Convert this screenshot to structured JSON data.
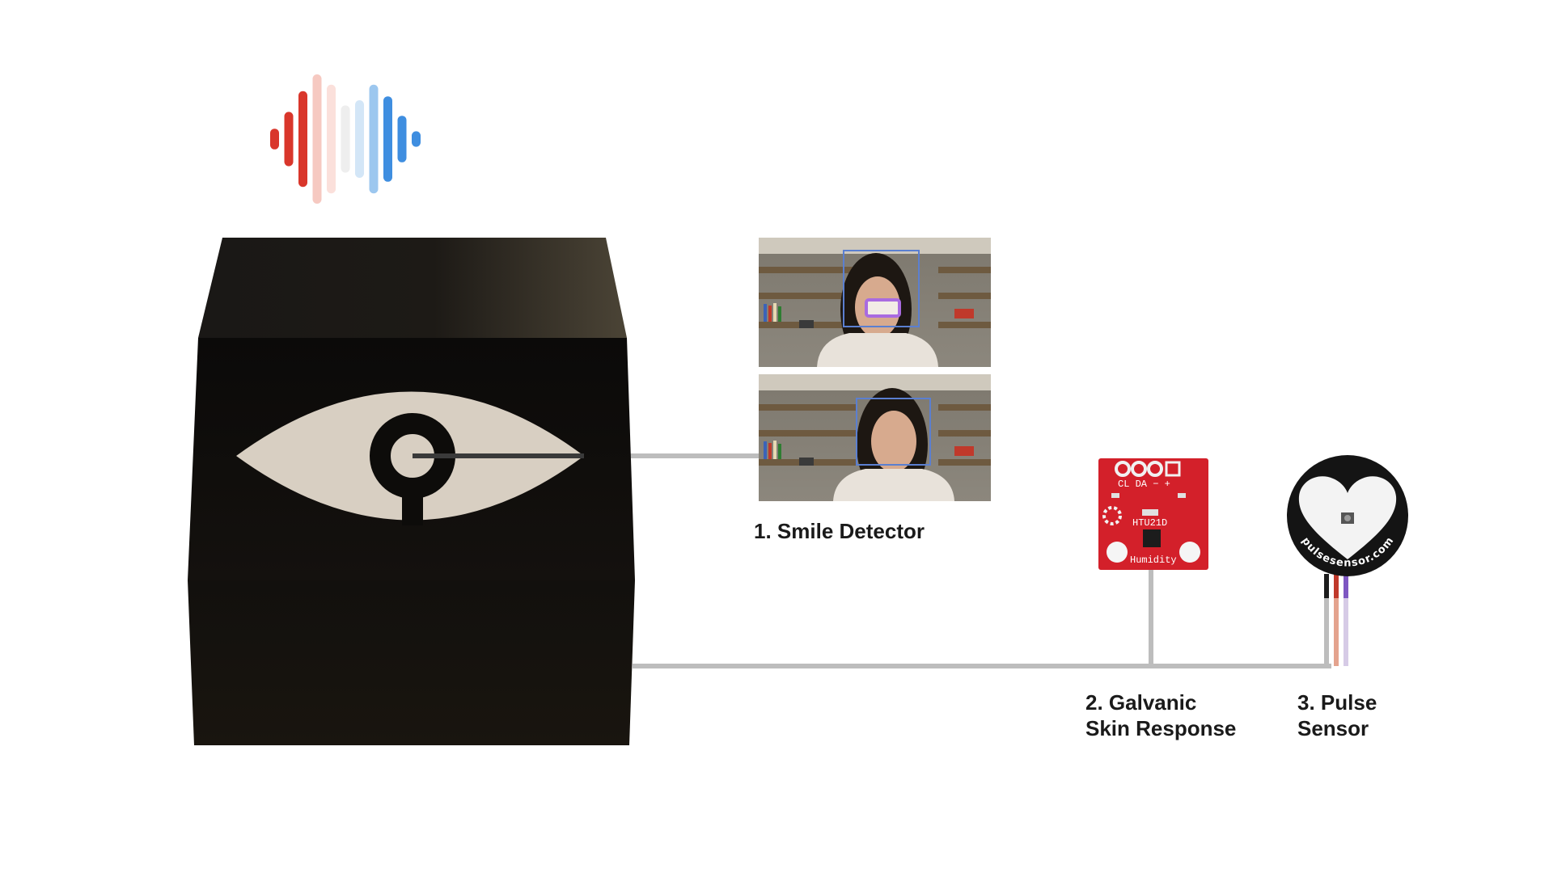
{
  "colors": {
    "connector": "#bdbdbd",
    "box_top": "#3a342b",
    "box_body": "#0d0c0a",
    "eye_fill": "#d8cfc2",
    "pcb_red": "#d3202a",
    "wave_red_dark": "#d9362b",
    "wave_red_light": "#f6c9c1",
    "wave_blue_light": "#b5d6f3",
    "wave_blue_dark": "#3f8ee0",
    "face_box": "#5b7fd0",
    "mouth_box": "#a96be0"
  },
  "waveform": {
    "levels": [
      0.16,
      0.42,
      0.74,
      1.0,
      0.84,
      0.52,
      0.6,
      0.84,
      0.66,
      0.36,
      0.12
    ],
    "colors": [
      "#d9362b",
      "#d9362b",
      "#d9362b",
      "#f6c9c1",
      "#fbe0db",
      "#eeeeee",
      "#d3e6f7",
      "#9cc7ef",
      "#3f8ee0",
      "#3f8ee0",
      "#3f8ee0"
    ]
  },
  "smile_detector": {
    "label": "1. Smile Detector"
  },
  "gsr": {
    "label_line1": "2. Galvanic",
    "label_line2": "Skin Response",
    "pcb_text": {
      "pins": "CL DA − +",
      "chip": "HTU21D",
      "name": "Humidity"
    }
  },
  "pulse": {
    "label_line1": "3. Pulse",
    "label_line2": "Sensor",
    "ring_text": "pulsesensor.com"
  }
}
